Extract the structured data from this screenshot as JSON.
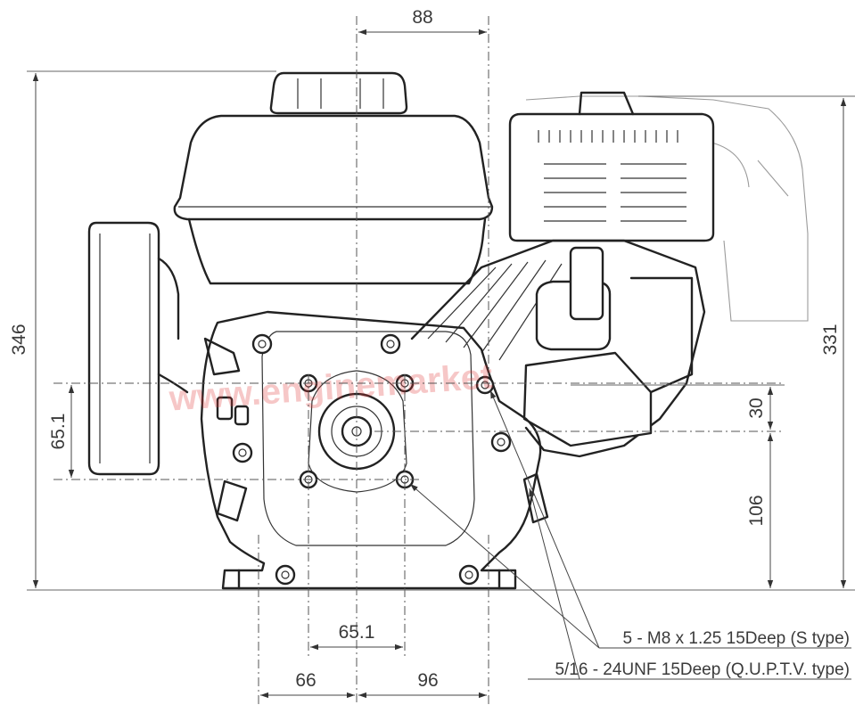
{
  "dimensions": {
    "top_width": "88",
    "total_height": "346",
    "right_height": "331",
    "left_hole_spacing": "65.1",
    "right_upper": "30",
    "right_lower": "106",
    "bottom_hole_spacing": "65.1",
    "bottom_left": "66",
    "bottom_right": "96"
  },
  "notes": {
    "thread_s_type": "5 - M8 x 1.25 15Deep (S type)",
    "thread_q_type": "5/16 - 24UNF 15Deep (Q.U.P.T.V. type)"
  },
  "watermark": "www.enginemarket"
}
